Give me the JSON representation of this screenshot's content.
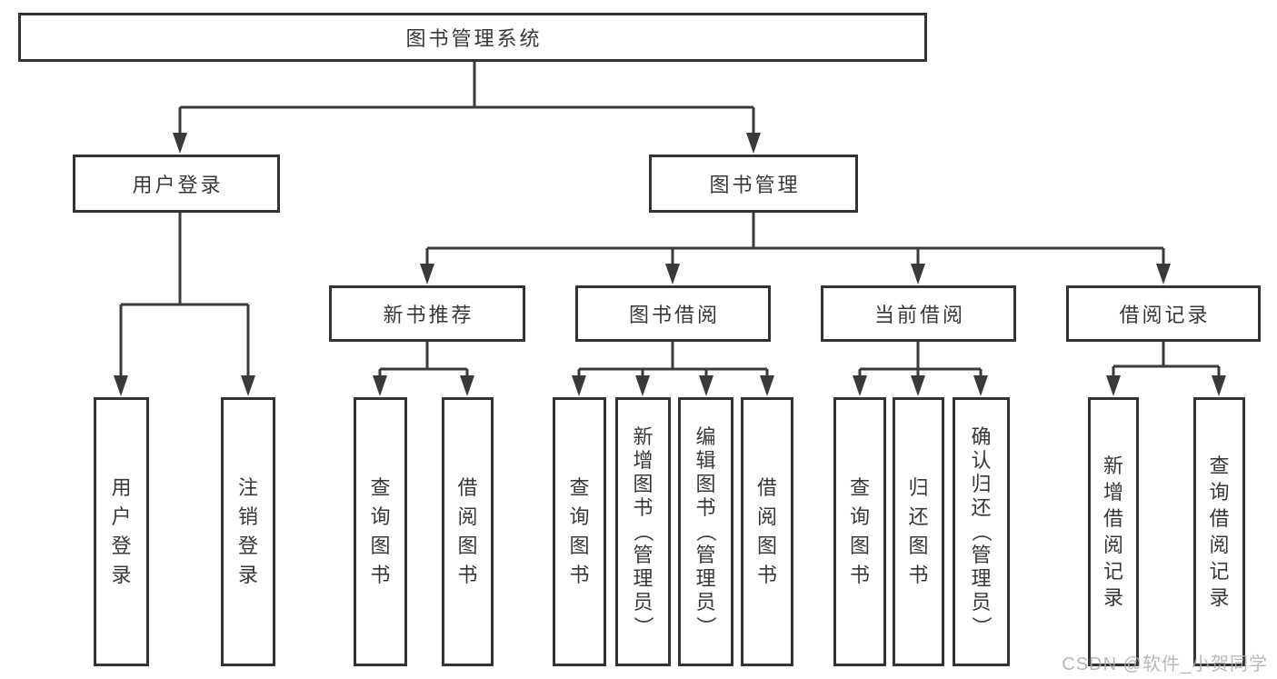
{
  "diagram": {
    "root": {
      "label": "图书管理系统"
    },
    "branches": [
      {
        "label": "用户登录"
      },
      {
        "label": "图书管理"
      }
    ],
    "modules": [
      {
        "label": "新书推荐"
      },
      {
        "label": "图书借阅"
      },
      {
        "label": "当前借阅"
      },
      {
        "label": "借阅记录"
      }
    ],
    "leaves": [
      {
        "label": "用户登录"
      },
      {
        "label": "注销登录"
      },
      {
        "label": "查询图书"
      },
      {
        "label": "借阅图书"
      },
      {
        "label": "查询图书"
      },
      {
        "label": "新增图书（管理员）"
      },
      {
        "label": "编辑图书（管理员）"
      },
      {
        "label": "借阅图书"
      },
      {
        "label": "查询图书"
      },
      {
        "label": "归还图书"
      },
      {
        "label": "确认归还（管理员）"
      },
      {
        "label": "新增借阅记录"
      },
      {
        "label": "查询借阅记录"
      }
    ]
  },
  "watermark": {
    "text": "CSDN @软件_小贺同学"
  },
  "colors": {
    "line": "#3a3a3a",
    "border": "#333333",
    "text": "#383838",
    "box_background": "#ffffff",
    "watermark": "#acacac",
    "background": "#ffffff"
  }
}
